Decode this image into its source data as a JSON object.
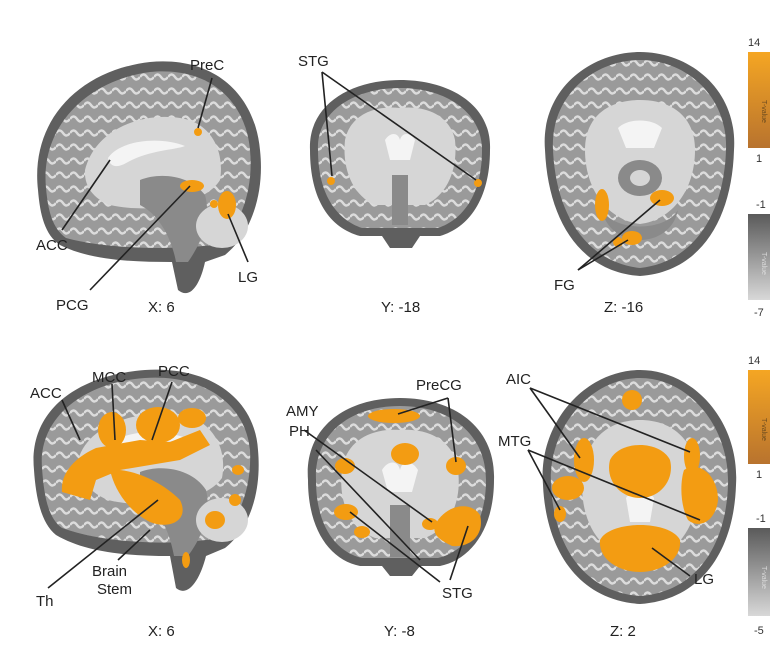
{
  "panels": [
    {
      "coord": "X: 6",
      "labels": [
        "PreC",
        "ACC",
        "PCG",
        "LG"
      ]
    },
    {
      "coord": "Y: -18",
      "labels": [
        "STG"
      ]
    },
    {
      "coord": "Z: -16",
      "labels": [
        "FG"
      ]
    },
    {
      "coord": "X: 6",
      "labels": [
        "ACC",
        "MCC",
        "PCC",
        "Th",
        "Brain",
        "Stem"
      ]
    },
    {
      "coord": "Y: -8",
      "labels": [
        "AMY",
        "PH",
        "PreCG",
        "STG"
      ]
    },
    {
      "coord": "Z: 2",
      "labels": [
        "AIC",
        "MTG",
        "LG"
      ]
    }
  ],
  "colorbars": [
    {
      "pos_top": "14",
      "pos_bottom": "1",
      "pos_mid": "T-value",
      "neg_top": "-1",
      "neg_bottom": "-7",
      "neg_mid": "T-value"
    },
    {
      "pos_top": "14",
      "pos_bottom": "1",
      "pos_mid": "T-value",
      "neg_top": "-1",
      "neg_bottom": "-5",
      "neg_mid": "T-value"
    }
  ],
  "colors": {
    "activation": "#f39c12",
    "activation_dark": "#c8782a",
    "gray_matter": "#8a8a8a",
    "white_matter": "#d6d6d6"
  }
}
